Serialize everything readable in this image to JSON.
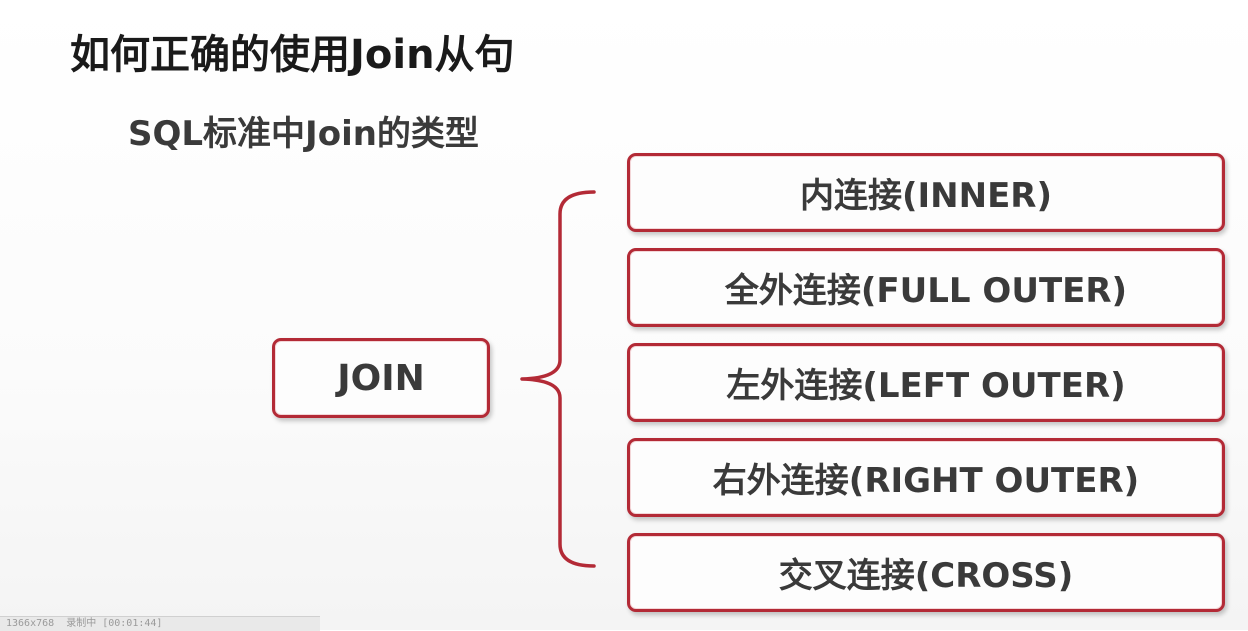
{
  "title": "如何正确的使用Join从句",
  "subtitle": "SQL标准中Join的类型",
  "root": {
    "label": "JOIN"
  },
  "join_types": [
    "内连接(INNER)",
    "全外连接(FULL OUTER)",
    "左外连接(LEFT OUTER)",
    "右外连接(RIGHT OUTER)",
    "交叉连接(CROSS)"
  ],
  "colors": {
    "border": "#b32a36",
    "text": "#3a3a3a",
    "title": "#1a1a1a"
  },
  "status_bar": {
    "resolution": "1366x768",
    "recording": "录制中 [00:01:44]"
  }
}
